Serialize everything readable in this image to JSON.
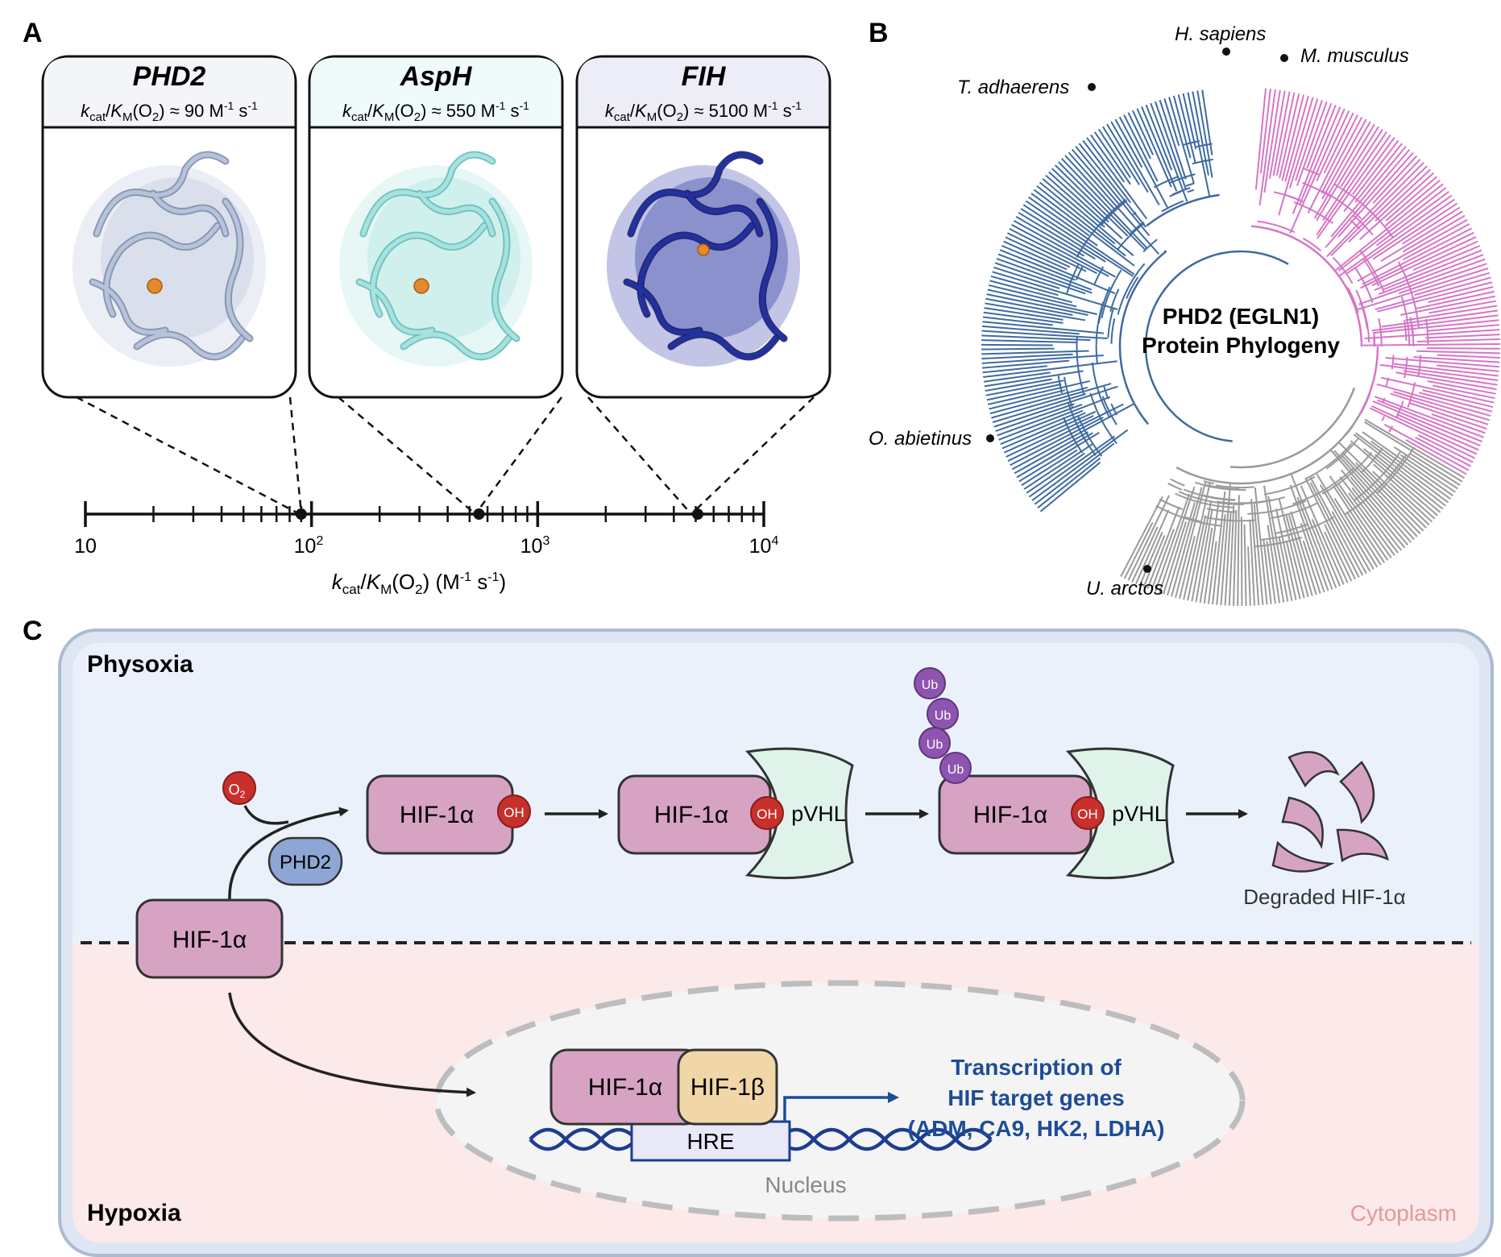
{
  "panel_a": {
    "label": "A",
    "cards": [
      {
        "name": "PHD2",
        "rate_value": "90",
        "fill": "#b7c3d9",
        "edge": "#7f8fb0",
        "head": "#f4f5f8"
      },
      {
        "name": "AspH",
        "rate_value": "550",
        "fill": "#a6e3e0",
        "edge": "#6bbcb8",
        "head": "#effafa"
      },
      {
        "name": "FIH",
        "rate_value": "5100",
        "fill": "#2330a0",
        "edge": "#16206e",
        "head": "#ecedf7"
      }
    ],
    "rate_prefix_k": "k",
    "rate_sub_cat": "cat",
    "rate_K": "K",
    "rate_sub_M": "M",
    "rate_o2": "(O",
    "rate_o2_sub": "2",
    "rate_approx": ") ≈ ",
    "rate_unit_M": " M",
    "rate_unit_s": " s",
    "sup_neg1": "-1",
    "axis": {
      "ticks": [
        {
          "base": "10",
          "exp": ""
        },
        {
          "base": "10",
          "exp": "2"
        },
        {
          "base": "10",
          "exp": "3"
        },
        {
          "base": "10",
          "exp": "4"
        }
      ],
      "label_unit": "(M",
      "label_s": " s",
      "label_close": ")",
      "points": [
        90,
        550,
        5100
      ]
    }
  },
  "panel_b": {
    "label": "B",
    "title_line1": "PHD2 (EGLN1)",
    "title_line2": "Protein Phylogeny",
    "species": {
      "h_sapiens": "H. sapiens",
      "m_musculus": "M. musculus",
      "t_adhaerens": "T. adhaerens",
      "o_abietinus": "O. abietinus",
      "u_arctos": "U. arctos"
    },
    "colors": {
      "blue": "#3f6aa0",
      "pink": "#d675c6",
      "gray": "#9a9a9a"
    }
  },
  "panel_c": {
    "label": "C",
    "physoxia": "Physoxia",
    "hypoxia": "Hypoxia",
    "cytoplasm": "Cytoplasm",
    "nucleus": "Nucleus",
    "o2": "O",
    "o2_sub": "2",
    "phd2": "PHD2",
    "hif1a": "HIF-1α",
    "hif1b": "HIF-1β",
    "oh": "OH",
    "pvhl": "pVHL",
    "ub": "Ub",
    "degraded": "Degraded HIF-1α",
    "hre": "HRE",
    "transcription": [
      "Transcription of",
      "HIF target genes",
      "(ADM, CA9, HK2, LDHA)"
    ],
    "colors": {
      "hif": "#d7a3c3",
      "hif_b": "#f1d6a8",
      "oh": "#c8302c",
      "ub": "#8e55b0",
      "pvhl": "#dff3ea",
      "phd2": "#8ea6d4",
      "top_bg": "#ebf1fb",
      "bottom_bg": "#fce9ea",
      "dna": "#1e3d8f",
      "transcription": "#1e4c96",
      "cyto": "#e09a9a"
    }
  }
}
